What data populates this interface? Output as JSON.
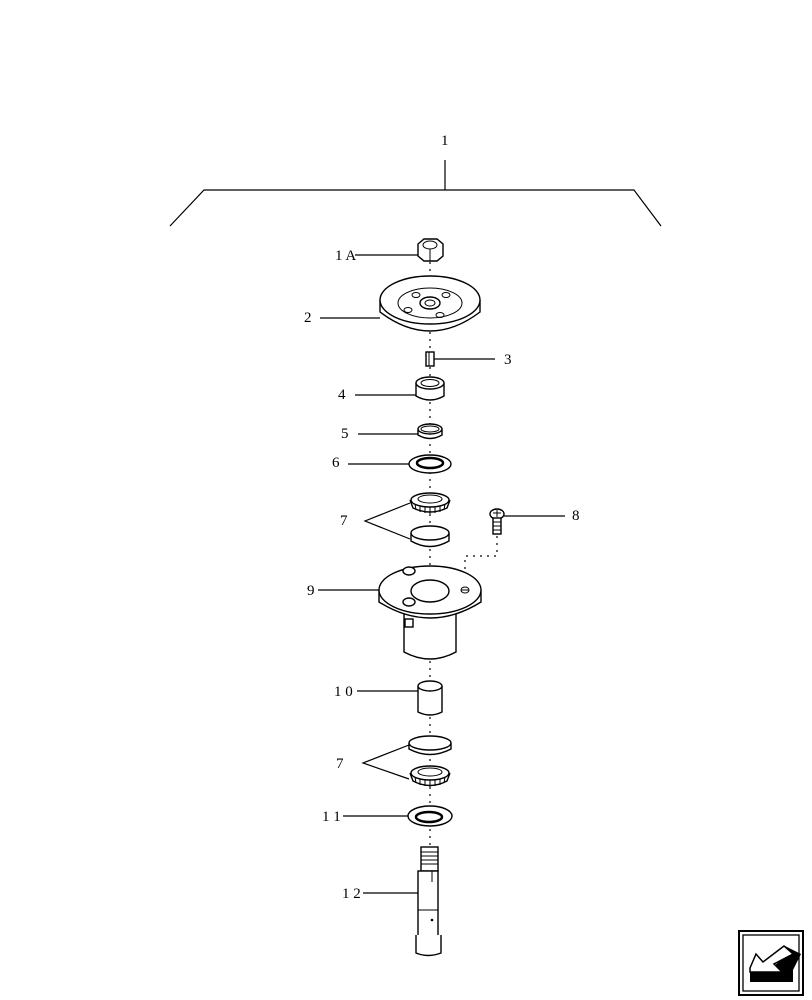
{
  "diagram": {
    "type": "exploded-parts-view",
    "assembly_label": "1",
    "callouts": [
      {
        "id": "1A",
        "text": "1 A",
        "part": "nut"
      },
      {
        "id": "2",
        "text": "2",
        "part": "pulley"
      },
      {
        "id": "3",
        "text": "3",
        "part": "key"
      },
      {
        "id": "4",
        "text": "4",
        "part": "spacer"
      },
      {
        "id": "5",
        "text": "5",
        "part": "bushing"
      },
      {
        "id": "6",
        "text": "6",
        "part": "seal"
      },
      {
        "id": "7a",
        "text": "7",
        "part": "bearing-cone-and-cup (upper)"
      },
      {
        "id": "8",
        "text": "8",
        "part": "grease-fitting-screw"
      },
      {
        "id": "9",
        "text": "9",
        "part": "spindle-housing"
      },
      {
        "id": "10",
        "text": "1 0",
        "part": "spacer-tube"
      },
      {
        "id": "7b",
        "text": "7",
        "part": "bearing-cup-and-cone (lower)"
      },
      {
        "id": "11",
        "text": "1 1",
        "part": "seal"
      },
      {
        "id": "12",
        "text": "1 2",
        "part": "spindle-shaft"
      }
    ]
  },
  "navigation": {
    "icon": "previous-page-arrow-icon"
  }
}
